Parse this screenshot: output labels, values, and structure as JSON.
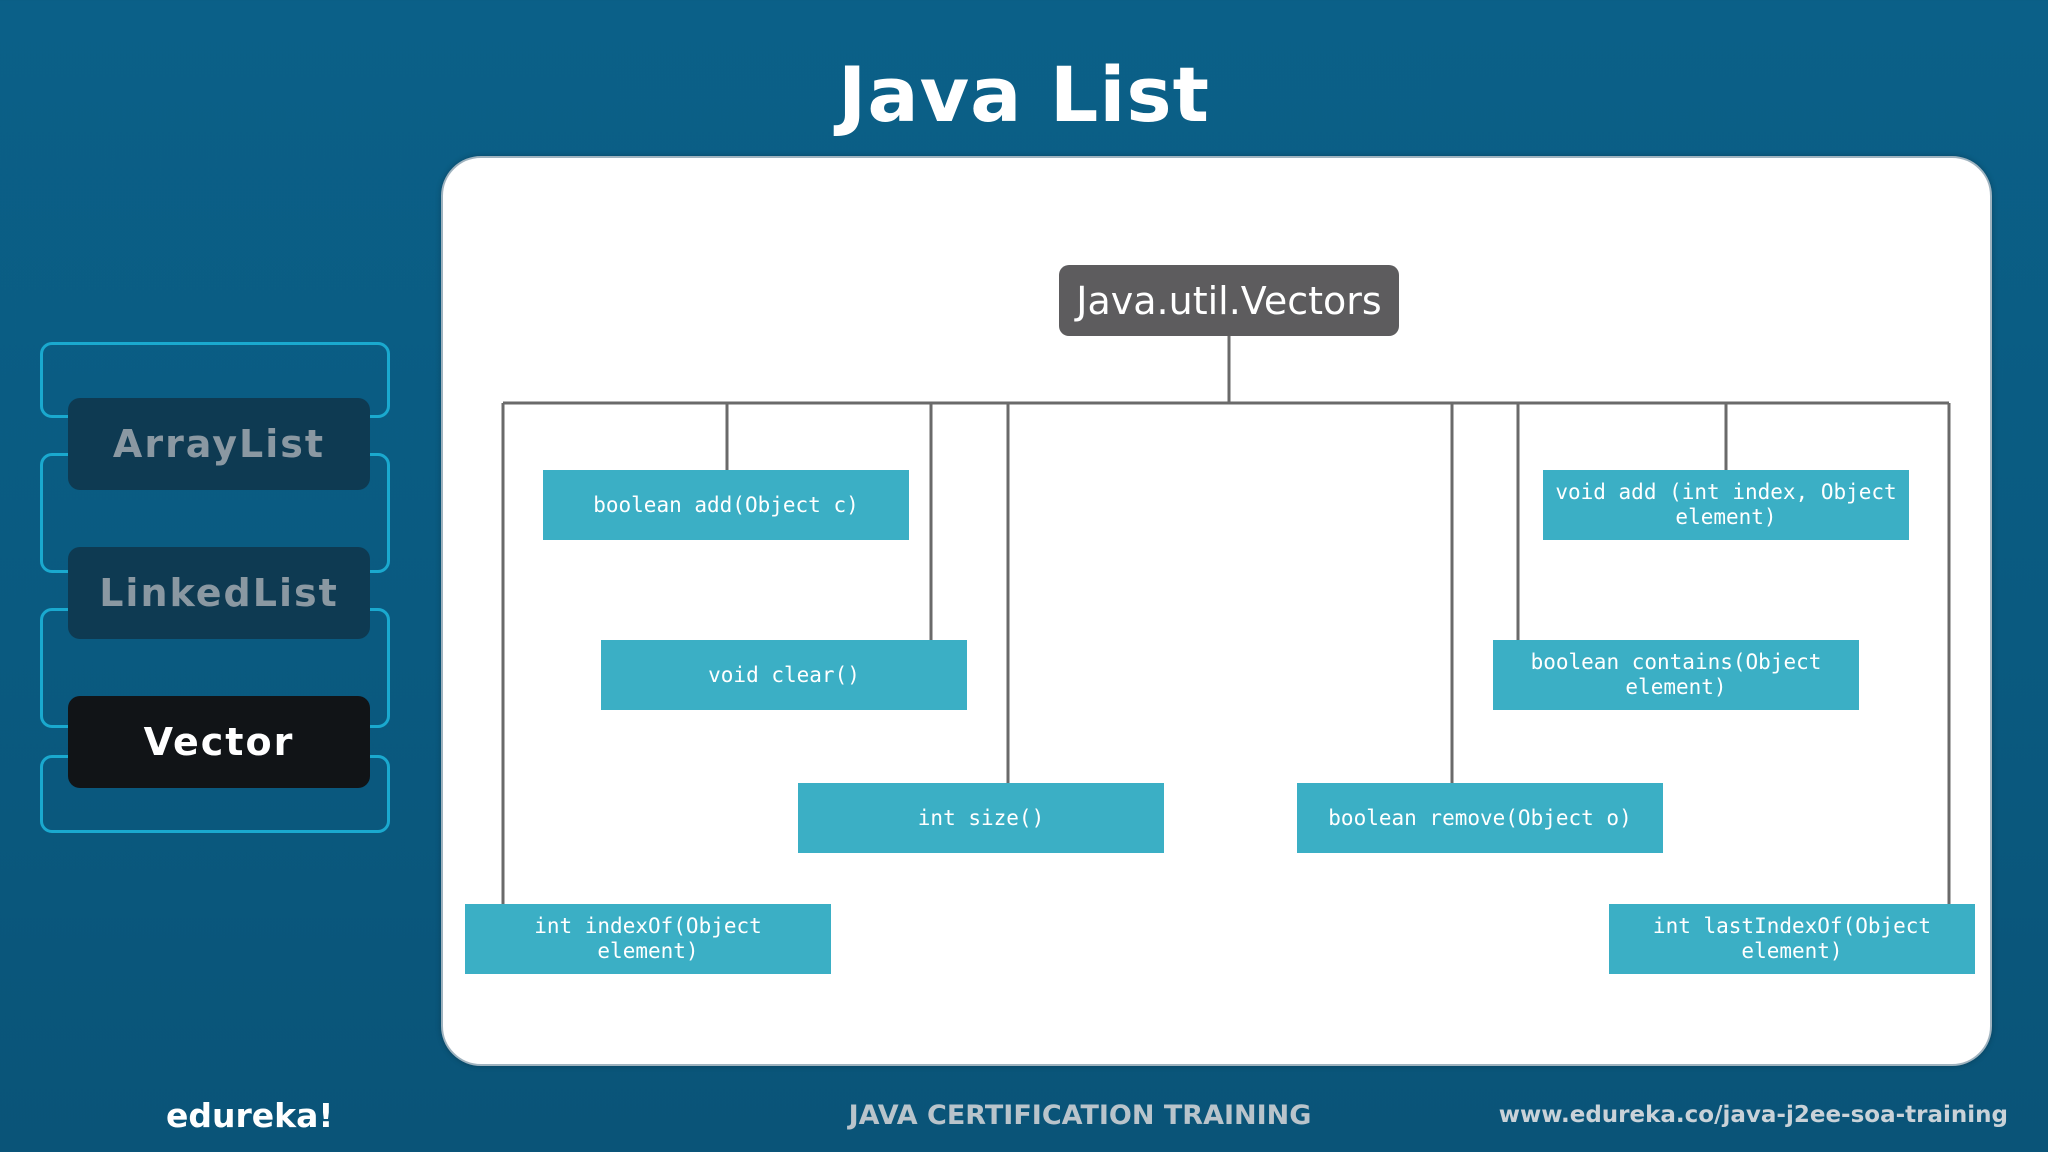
{
  "header": {
    "title": "Java List"
  },
  "sidebar": {
    "tabs": [
      {
        "label": "ArrayList",
        "active": false
      },
      {
        "label": "LinkedList",
        "active": false
      },
      {
        "label": "Vector",
        "active": true
      }
    ]
  },
  "diagram": {
    "root": "Java.util.Vectors",
    "methods": [
      "boolean add(Object c)",
      "void clear()",
      "int size()",
      "int indexOf(Object\nelement)",
      "void add (int index, Object\nelement)",
      "boolean contains(Object\nelement)",
      "boolean remove(Object o)",
      "int lastIndexOf(Object\nelement)"
    ]
  },
  "footer": {
    "brand": "edureka!",
    "course": "JAVA CERTIFICATION TRAINING",
    "url": "www.edureka.co/java-j2ee-soa-training"
  },
  "colors": {
    "background": "#0b6088",
    "node": "#3bafc5",
    "root": "#5d5c5e",
    "accent": "#1aa9cf"
  }
}
